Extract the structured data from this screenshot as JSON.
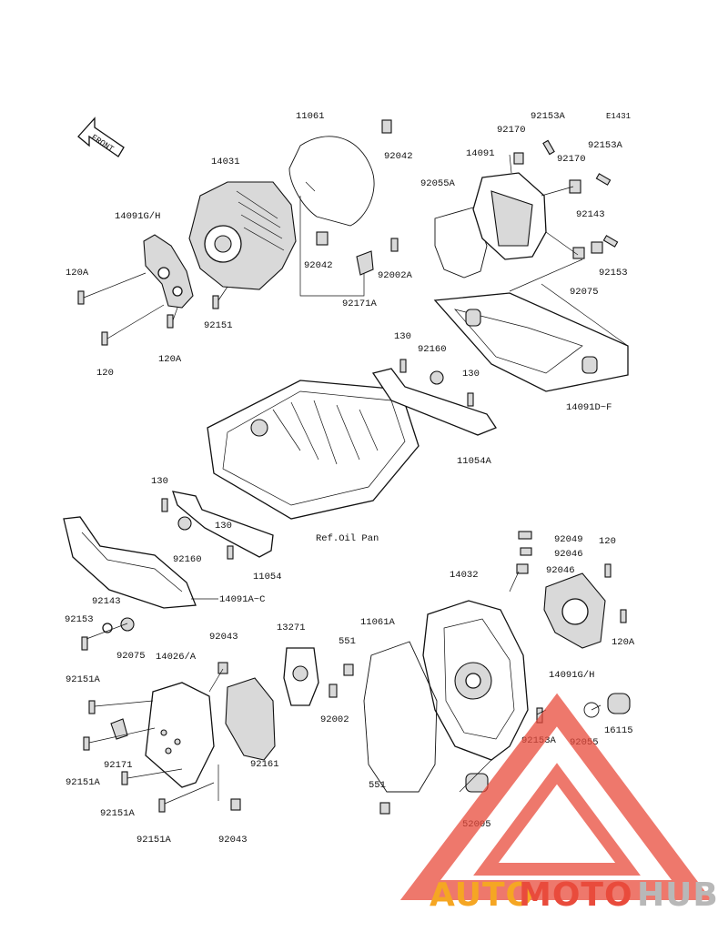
{
  "diagram": {
    "code": "E1431",
    "front_label": "FRONT",
    "ref_note": "Ref.Oil Pan",
    "labels": {
      "p11061": "11061",
      "p92042a": "92042",
      "p14031": "14031",
      "p14091gh_a": "14091G/H",
      "p120a_a": "120A",
      "p120": "120",
      "p120a_b": "120A",
      "p92151": "92151",
      "p92042b": "92042",
      "p92002a": "92002A",
      "p92171a": "92171A",
      "p92153a_a": "92153A",
      "p92170a": "92170",
      "p92153a_b": "92153A",
      "p14091": "14091",
      "p92170b": "92170",
      "p92055a": "92055A",
      "p92143a": "92143",
      "p92153": "92153",
      "p92075a": "92075",
      "p130a": "130",
      "p92160a": "92160",
      "p130b": "130",
      "p14091df": "14091D~F",
      "p11054a": "11054A",
      "p130c": "130",
      "p130d": "130",
      "p92160b": "92160",
      "p11054": "11054",
      "p14091ac": "14091A~C",
      "p92049": "92049",
      "p92046a": "92046",
      "p120b": "120",
      "p14032": "14032",
      "p92046b": "92046",
      "p92143b": "92143",
      "p92153b": "92153",
      "p92075b": "92075",
      "p92043a": "92043",
      "p13271": "13271",
      "p11061a": "11061A",
      "p14026a": "14026/A",
      "p551a": "551",
      "p120a_c": "120A",
      "p14091gh_b": "14091G/H",
      "p92151a_a": "92151A",
      "p92002": "92002",
      "p92171": "92171",
      "p92151a_b": "92151A",
      "p92161": "92161",
      "p92153a_c": "92153A",
      "p92055": "92055",
      "p16115": "16115",
      "p551b": "551",
      "p52005": "52005",
      "p92151a_c": "92151A",
      "p92151a_d": "92151A",
      "p92043b": "92043"
    }
  },
  "watermark": {
    "text_auto": "AUTO",
    "text_moto": "MOTO",
    "text_hub": "HUB",
    "color_auto": "#f5a623",
    "color_moto": "#e94b3c",
    "color_hub": "#b8b8b8",
    "triangle_color": "#e94b3c"
  }
}
